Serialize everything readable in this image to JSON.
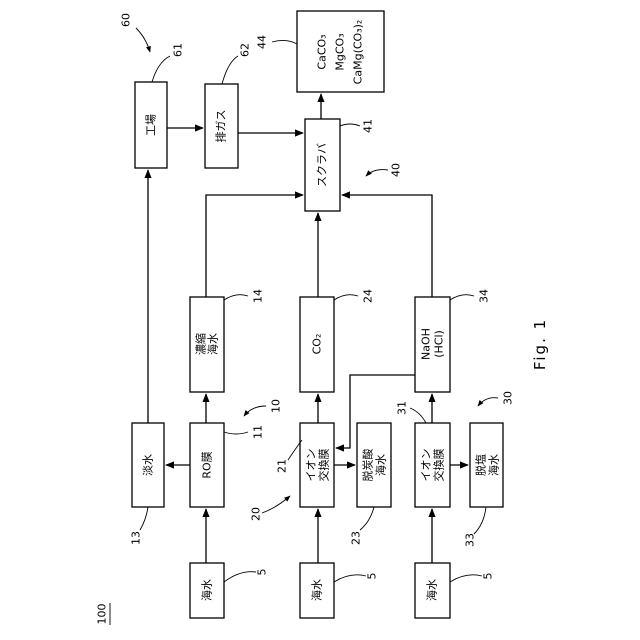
{
  "figure_caption": "Fig. 1",
  "system_ref": "100",
  "refs": {
    "system_group": "60",
    "factory": "61",
    "exhaust_gas": "62",
    "products": "44",
    "scrubber": "41",
    "scrubber_group": "40",
    "concentrated_seawater": "14",
    "co2": "24",
    "naoh": "34",
    "ro_group": "10",
    "ro_membrane": "11",
    "ion_exchange_1": "21",
    "ion_exchange_2": "31",
    "group_30": "30",
    "fresh_water": "13",
    "group_20": "20",
    "decarbonated_water": "23",
    "desalinated_water": "33",
    "seawater_1": "5",
    "seawater_2": "5",
    "seawater_3": "5"
  },
  "labels": {
    "factory": "工場",
    "exhaust_gas": "排ガス",
    "products": [
      "CaCO₃",
      "MgCO₃",
      "CaMg(CO₃)₂"
    ],
    "scrubber": "スクラバ",
    "concentrated_seawater": [
      "濃縮",
      "海水"
    ],
    "co2": "CO₂",
    "naoh": [
      "NaOH",
      "(HCl)"
    ],
    "fresh_water": "淡水",
    "ro_membrane": "RO膜",
    "ion_exchange_1": [
      "イオン",
      "交換膜"
    ],
    "decarbonated_water": [
      "脱炭酸",
      "海水"
    ],
    "ion_exchange_2": [
      "イオン",
      "交換膜"
    ],
    "desalinated_water": [
      "脱塩",
      "海水"
    ],
    "seawater_1": "海水",
    "seawater_2": "海水",
    "seawater_3": "海水"
  }
}
